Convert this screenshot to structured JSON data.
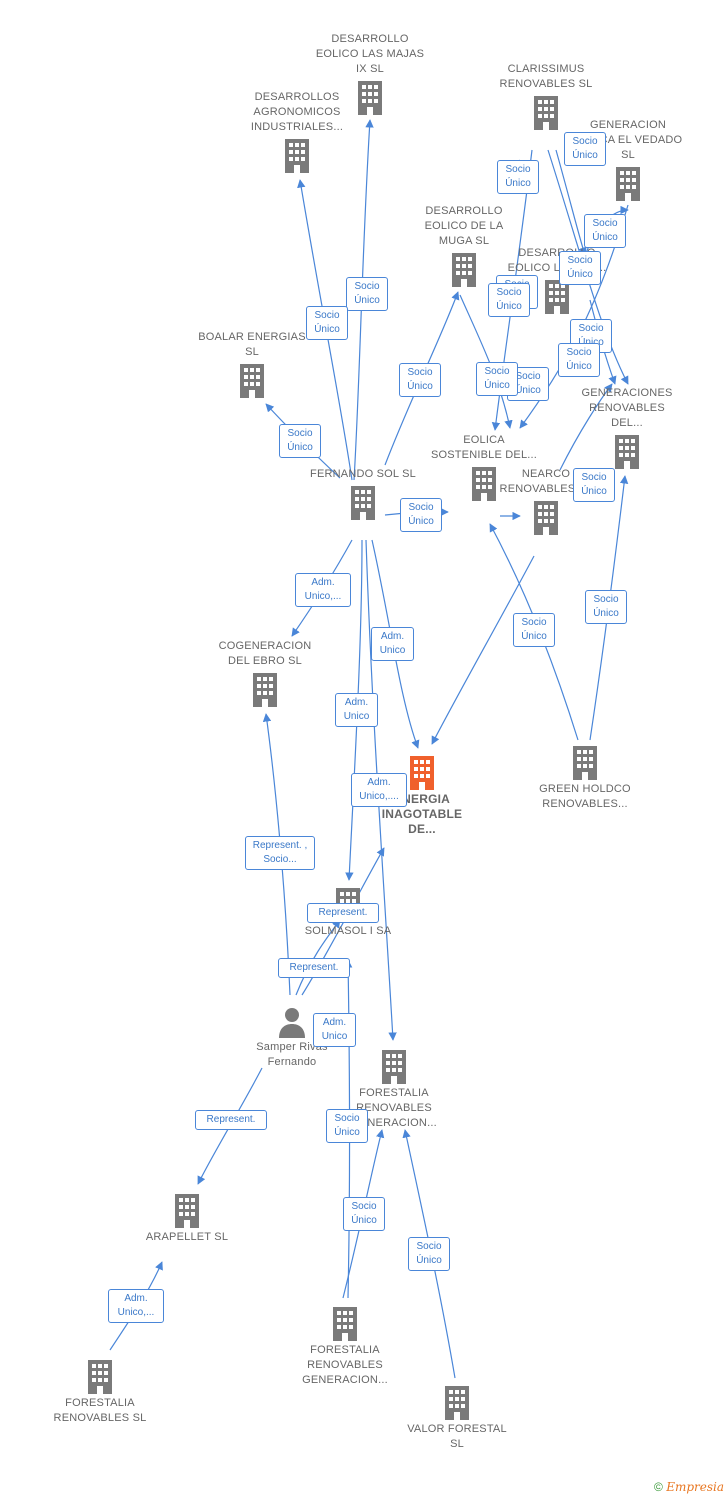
{
  "colors": {
    "edge": "#4a86d8",
    "building": "#7a7a7a",
    "main_building": "#f0602c",
    "person": "#7a7a7a"
  },
  "nodes": [
    {
      "id": "majas",
      "label": "DESARROLLO EOLICO LAS MAJAS IX  SL",
      "icon": "building-icon"
    },
    {
      "id": "agro",
      "label": "DESARROLLOS AGRONOMICOS INDUSTRIALES...",
      "icon": "building-icon"
    },
    {
      "id": "clarissimus",
      "label": "CLARISSIMUS RENOVABLES SL",
      "icon": "building-icon"
    },
    {
      "id": "gen_eolica",
      "label": "GENERACION EOLICA EL VEDADO SL",
      "icon": "building-icon"
    },
    {
      "id": "muga",
      "label": "DESARROLLO EOLICO DE LA MUGA SL",
      "icon": "building-icon"
    },
    {
      "id": "des_eol2",
      "label": "DESARROLLO EOLICO LAS XVI...",
      "icon": "building-icon"
    },
    {
      "id": "boalar",
      "label": "BOALAR ENERGIAS  SL",
      "icon": "building-icon"
    },
    {
      "id": "gen_renov",
      "label": "GENERACIONES RENOVABLES DEL...",
      "icon": "building-icon"
    },
    {
      "id": "eolica_sost",
      "label": "EOLICA SOSTENIBLE DEL...",
      "icon": "building-icon"
    },
    {
      "id": "fernando",
      "label": "FERNANDO SOL SL",
      "icon": "building-icon"
    },
    {
      "id": "nearco",
      "label": "NEARCO RENOVABLES SL",
      "icon": "building-icon"
    },
    {
      "id": "cogen",
      "label": "COGENERACION DEL EBRO  SL",
      "icon": "building-icon"
    },
    {
      "id": "main",
      "label": "ENERGIA INAGOTABLE DE...",
      "icon": "building-icon"
    },
    {
      "id": "green",
      "label": "GREEN HOLDCO RENOVABLES...",
      "icon": "building-icon"
    },
    {
      "id": "solmasol",
      "label": "SOLMASOL I SA",
      "icon": "building-icon"
    },
    {
      "id": "samper",
      "label": "Samper Rivas Fernando",
      "icon": "person-icon"
    },
    {
      "id": "forestalia_gen",
      "label": "FORESTALIA RENOVABLES GENERACION...",
      "icon": "building-icon"
    },
    {
      "id": "arapellet",
      "label": "ARAPELLET SL",
      "icon": "building-icon"
    },
    {
      "id": "forestalia_gen2",
      "label": "FORESTALIA RENOVABLES GENERACION...",
      "icon": "building-icon"
    },
    {
      "id": "forestalia",
      "label": "FORESTALIA RENOVABLES SL",
      "icon": "building-icon"
    },
    {
      "id": "valor",
      "label": "VALOR FORESTAL SL",
      "icon": "building-icon"
    }
  ],
  "edge_tags": [
    "Socio Único",
    "Socio Único",
    "Socio Único",
    "Socio Único",
    "Socio Único",
    "Socio Único",
    "Socio Único",
    "Socio Único",
    "Socio Único",
    "Socio Único",
    "Socio Único",
    "Socio Único",
    "Socio Único",
    "Socio Único",
    "Socio Único",
    "Socio Único",
    "Socio Único",
    "Socio Único",
    "Adm. Unico,...",
    "Adm. Unico",
    "Adm. Unico",
    "Adm. Unico,....",
    "Represent. , Socio...",
    "Represent.",
    "Represent.",
    "Adm. Unico",
    "Represent.",
    "Adm. Unico,...",
    "Socio Único",
    "Socio Único",
    "Socio Único"
  ],
  "footer": {
    "copyright_symbol": "©",
    "brand": "Empresia"
  }
}
